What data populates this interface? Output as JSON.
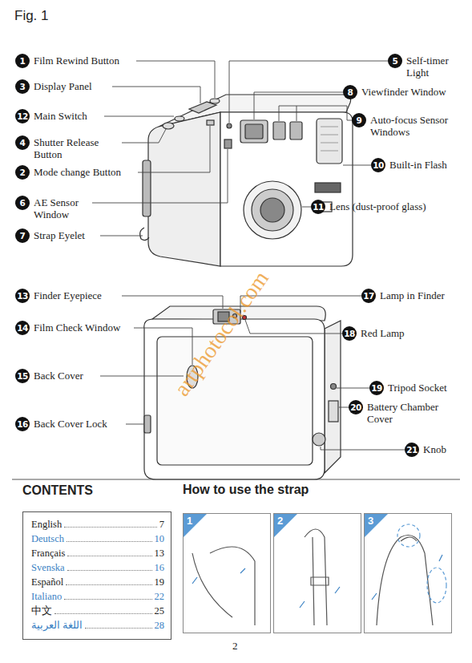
{
  "diagram": {
    "title": "Fig. 1",
    "nodes": [
      {
        "text": [
          "1",
          "Film Rewind Button"
        ]
      },
      {
        "text": [
          "3",
          "Display Panel"
        ]
      },
      {
        "text": [
          "12",
          "Main Switch"
        ]
      },
      {
        "text": [
          "4",
          "Shutter Release Button"
        ]
      },
      {
        "text": [
          "2",
          "Mode change Button"
        ]
      },
      {
        "text": [
          "6",
          "AE Sensor Window"
        ]
      },
      {
        "text": [
          "7",
          "Strap Eyelet"
        ]
      },
      {
        "text": [
          "5",
          "Self-timer Light"
        ]
      },
      {
        "text": [
          "8",
          "Viewfinder Window"
        ]
      },
      {
        "text": [
          "9",
          "Auto-focus Sensor Windows"
        ]
      },
      {
        "text": [
          "10",
          "Built-in Flash"
        ]
      },
      {
        "text": [
          "11",
          "Lens (dust-proof glass)"
        ]
      },
      {
        "text": [
          "13",
          "Finder Eyepiece"
        ]
      },
      {
        "text": [
          "14",
          "Film Check Window"
        ]
      },
      {
        "text": [
          "15",
          "Back Cover"
        ]
      },
      {
        "text": [
          "16",
          "Back Cover Lock"
        ]
      },
      {
        "text": [
          "17",
          "Lamp in Finder"
        ]
      },
      {
        "text": [
          "18",
          "Red Lamp"
        ]
      },
      {
        "text": [
          "19",
          "Tripod Socket"
        ]
      },
      {
        "text": [
          "20",
          "Battery Chamber Cover"
        ]
      },
      {
        "text": [
          "21",
          "Knob"
        ]
      },
      {
        "text": [
          "CONTENTS",
          "English",
          "7",
          "Deutsch",
          "10",
          "Français",
          "13",
          "Svenska",
          "16",
          "Español",
          "19",
          "Italiano",
          "22",
          "中文",
          "25",
          "اللغة العربية",
          "28"
        ]
      },
      {
        "text": [
          "1"
        ]
      },
      {
        "text": [
          "2"
        ]
      },
      {
        "text": [
          "3"
        ]
      }
    ],
    "labels": [
      "How to use the strap",
      "2",
      "artphotocol.com"
    ]
  }
}
